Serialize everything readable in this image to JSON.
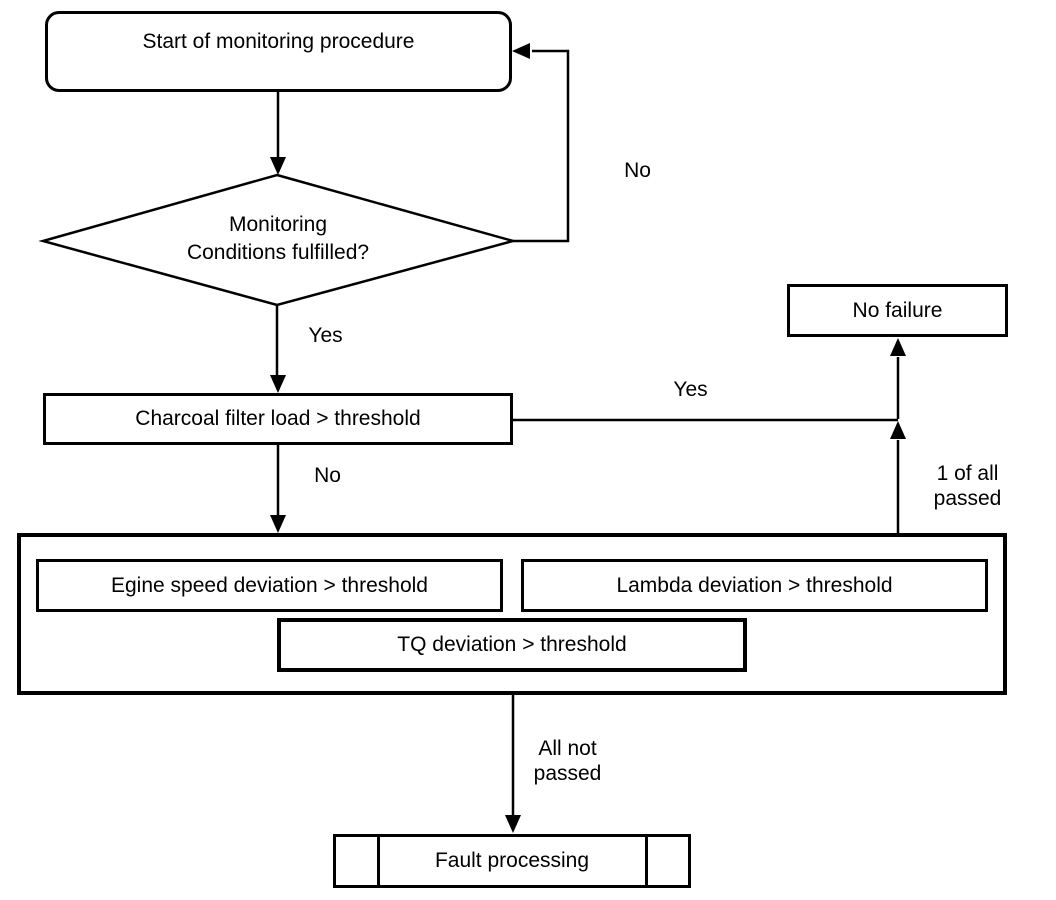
{
  "flowchart": {
    "nodes": {
      "start": "Start of monitoring procedure",
      "decision": {
        "line1": "Monitoring",
        "line2": "Conditions fulfilled?"
      },
      "charcoal": "Charcoal filter load > threshold",
      "no_failure": "No failure",
      "engine_speed": "Egine speed deviation > threshold",
      "lambda": "Lambda deviation > threshold",
      "tq": "TQ deviation > threshold",
      "fault": "Fault processing"
    },
    "edge_labels": {
      "loop_no": "No",
      "decision_yes": "Yes",
      "charcoal_yes": "Yes",
      "charcoal_no": "No",
      "one_of_all": {
        "line1": "1 of all",
        "line2": "passed"
      },
      "all_not": {
        "line1": "All not",
        "line2": "passed"
      }
    },
    "colors": {
      "stroke": "#000000",
      "background": "#ffffff",
      "text": "#000000"
    }
  }
}
